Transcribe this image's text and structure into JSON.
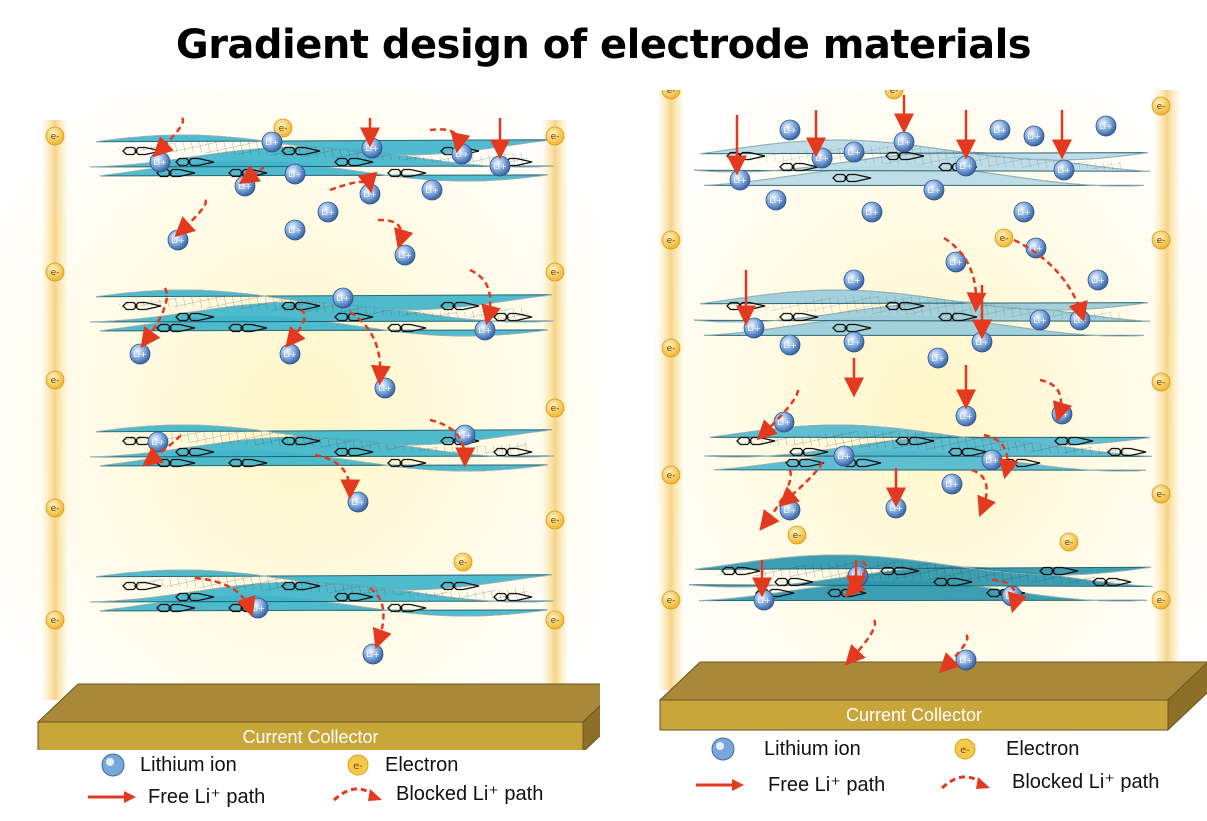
{
  "title": "Gradient design of electrode materials",
  "ion_label": "Li",
  "ion_label_sup": "+",
  "electron_label": "e-",
  "left_panel": {
    "collector_label": "Current Collector",
    "legend": {
      "lithium_ion": "Lithium ion",
      "electron": "Electron",
      "free_path": "Free Li⁺ path",
      "blocked_path": "Blocked Li⁺ path"
    }
  },
  "right_panel": {
    "collector_label": "Current Collector",
    "legend": {
      "lithium_ion": "Lithium ion",
      "electron": "Electron",
      "free_path": "Free Li⁺ path",
      "blocked_path": "Blocked Li⁺ path"
    }
  },
  "colors": {
    "layer_teal": "#3fb6cc",
    "layer_pale": "#b9dbe6",
    "collector_gold": "#c9a63a",
    "free_path_arrow": "#e2391f",
    "blocked_path_arrow": "#e2391f",
    "glow": "#fff3b8"
  }
}
